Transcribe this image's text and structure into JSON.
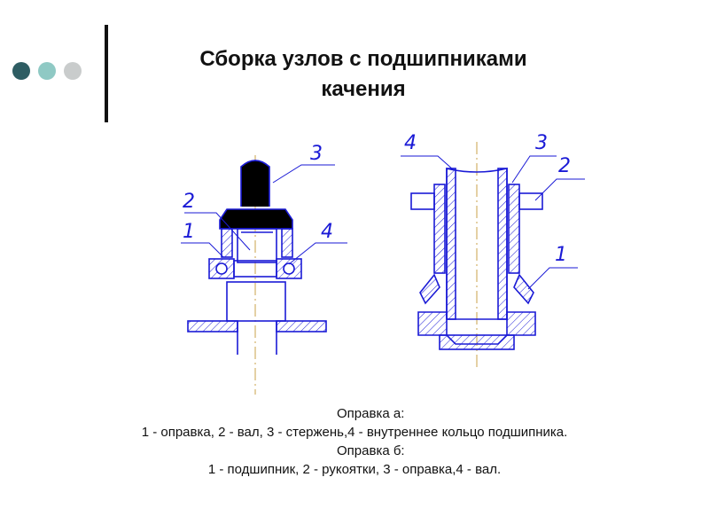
{
  "title": {
    "line1": "Сборка узлов с подшипниками",
    "line2": "качения"
  },
  "decor": {
    "dot_colors": [
      "#2e5d63",
      "#8fc9c4",
      "#c9cccc"
    ],
    "accent": "#1a1ad6",
    "axis_color": "#c9a24a"
  },
  "drawing_a": {
    "labels": [
      "3",
      "2",
      "1",
      "4"
    ]
  },
  "drawing_b": {
    "labels": [
      "4",
      "3",
      "2",
      "1"
    ]
  },
  "caption": {
    "heading_a": "Оправка а:",
    "text_a": "1 - оправка, 2 - вал, 3 - стержень,4 - внутреннее кольцо подшипника.",
    "heading_b": "Оправка б:",
    "text_b": "1 - подшипник, 2 - рукоятки, 3 - оправка,4 - вал."
  }
}
